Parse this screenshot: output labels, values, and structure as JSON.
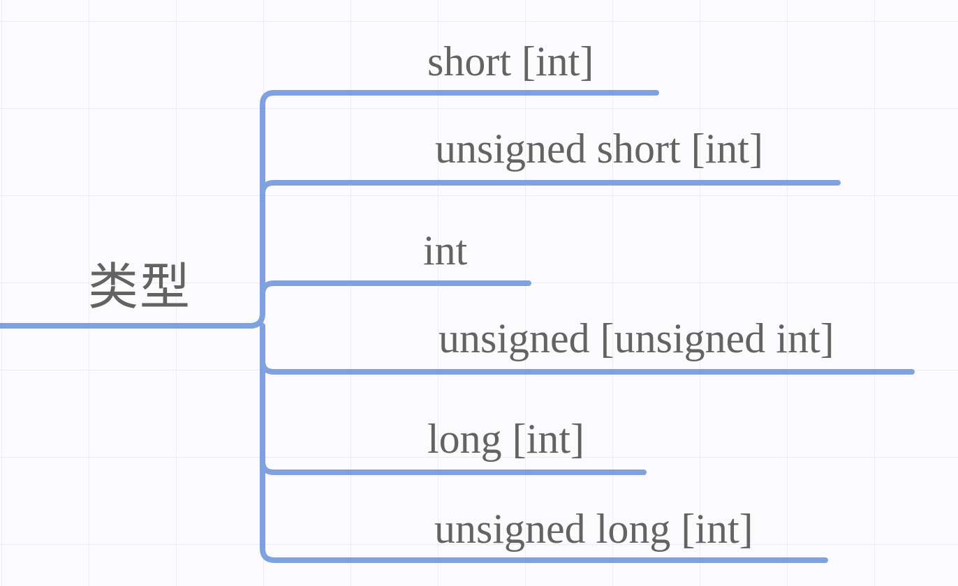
{
  "colors": {
    "branch": "#7fa2de",
    "text": "#636363",
    "grid": "#ebebf0",
    "background": "#fbfbfd"
  },
  "root": {
    "label": "类型"
  },
  "children": [
    {
      "label": "short [int]"
    },
    {
      "label": "unsigned short [int]"
    },
    {
      "label": "int"
    },
    {
      "label": "unsigned [unsigned int]"
    },
    {
      "label": "long [int]"
    },
    {
      "label": "unsigned long [int]"
    }
  ]
}
